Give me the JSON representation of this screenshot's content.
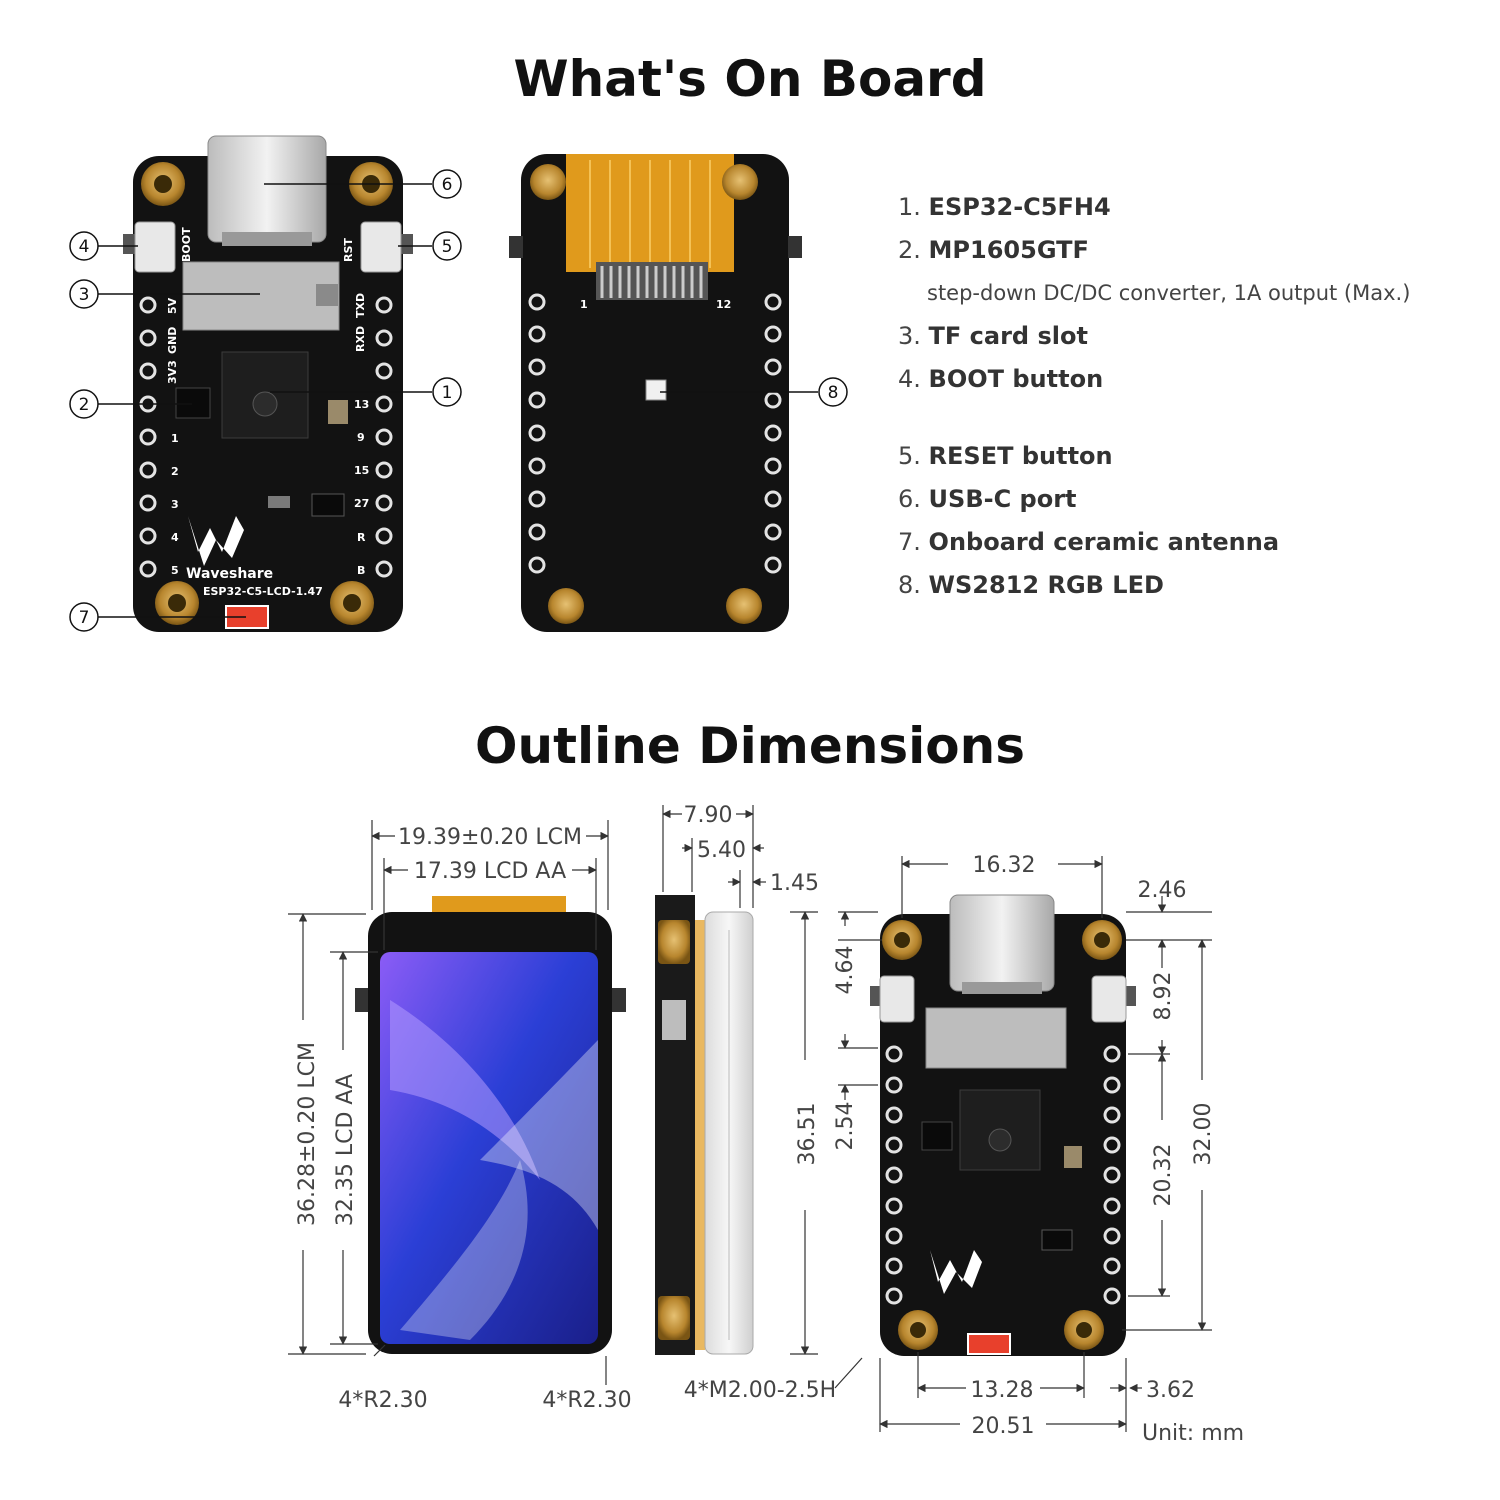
{
  "board_section": {
    "title": "What's On Board"
  },
  "dimensions_section": {
    "title": "Outline Dimensions"
  },
  "legend": [
    {
      "num": "1.",
      "name": "ESP32-C5FH4",
      "sub": ""
    },
    {
      "num": "2.",
      "name": "MP1605GTF",
      "sub": "step-down DC/DC converter, 1A output (Max.)"
    },
    {
      "num": "3.",
      "name": "TF card slot",
      "sub": ""
    },
    {
      "num": "4.",
      "name": "BOOT button",
      "sub": ""
    },
    {
      "num": "5.",
      "name": "RESET button",
      "sub": ""
    },
    {
      "num": "6.",
      "name": "USB-C port",
      "sub": ""
    },
    {
      "num": "7.",
      "name": "Onboard ceramic antenna",
      "sub": ""
    },
    {
      "num": "8.",
      "name": "WS2812 RGB LED",
      "sub": ""
    }
  ],
  "callouts": [
    "1",
    "2",
    "3",
    "4",
    "5",
    "6",
    "7",
    "8"
  ],
  "board_labels": {
    "brand": "Waveshare",
    "model": "ESP32-C5-LCD-1.47",
    "boot": "BOOT",
    "rst": "RST",
    "pins_left": [
      "5V",
      "GND",
      "3V3",
      "1",
      "2",
      "3",
      "4",
      "5"
    ],
    "pins_right": [
      "TXD",
      "RXD",
      "13",
      "9",
      "15",
      "27",
      "R",
      "B"
    ],
    "fpc_start": "1",
    "fpc_end": "12"
  },
  "dimensions": {
    "lcm_width": "19.39±0.20 LCM",
    "lcd_aa_width": "17.39 LCD AA",
    "lcm_height": "36.28±0.20 LCM",
    "lcd_aa_height": "32.35 LCD AA",
    "corner_left": "4*R2.30",
    "corner_right": "4*R2.30",
    "thickness_total": "7.90",
    "thickness_module": "5.40",
    "thickness_glass": "1.45",
    "side_height": "36.51",
    "mount_holes": "4*M2.00-2.5H",
    "hole_spacing_top": "16.32",
    "hole_offset": "2.46",
    "hole_v_top": "4.64",
    "pin_pitch": "2.54",
    "top_to_pin": "8.92",
    "pin_span": "20.32",
    "hole_spacing_v": "32.00",
    "hole_spacing_bottom": "13.28",
    "board_width": "20.51",
    "bottom_offset": "3.62",
    "unit": "Unit: mm"
  },
  "colors": {
    "pcb": "#121212",
    "gold": "#c79a3c",
    "gold_dark": "#7a5514",
    "fpc": "#e09a1c",
    "screen_blue": "#3f4fd8",
    "antenna": "#e8402c"
  }
}
